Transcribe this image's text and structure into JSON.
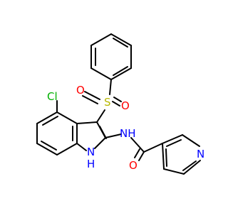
{
  "molecule": {
    "atoms": {
      "sulfur": "S",
      "sulfonyl_oxygen_1": "O",
      "sulfonyl_oxygen_2": "O",
      "chlorine": "Cl",
      "amide_nh": "NH",
      "indole_n": "N",
      "indole_h": "H",
      "carbonyl_oxygen": "O",
      "pyridine_n": "N"
    }
  },
  "colors": {
    "bond": "#000000",
    "sulfur": "#b8b800",
    "oxygen": "#ff0000",
    "nitrogen": "#0000ff",
    "chlorine": "#00b000",
    "background": "#ffffff"
  }
}
